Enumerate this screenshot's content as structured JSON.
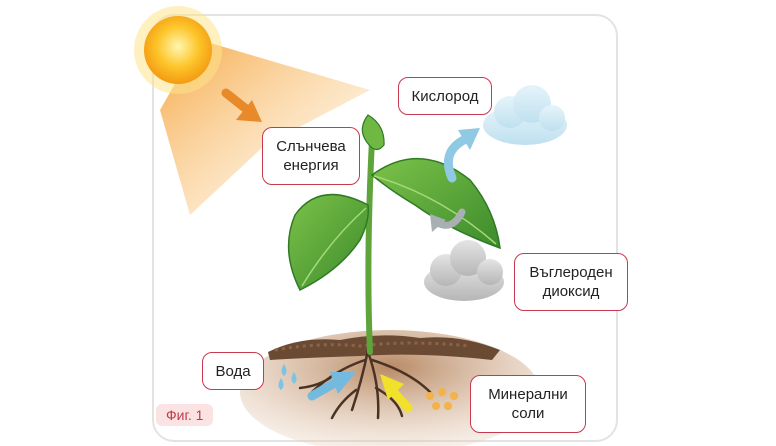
{
  "labels": {
    "oxygen": "Кислород",
    "solar_energy": "Слънчева\nенергия",
    "carbon_dioxide": "Въглероден\nдиоксид",
    "water": "Вода",
    "mineral_salts": "Минерални\nсоли"
  },
  "figure_caption": "Фиг. 1",
  "colors": {
    "label_border": "#c8384f",
    "caption_bg": "#fbe3e3",
    "caption_text": "#c23a4a"
  }
}
